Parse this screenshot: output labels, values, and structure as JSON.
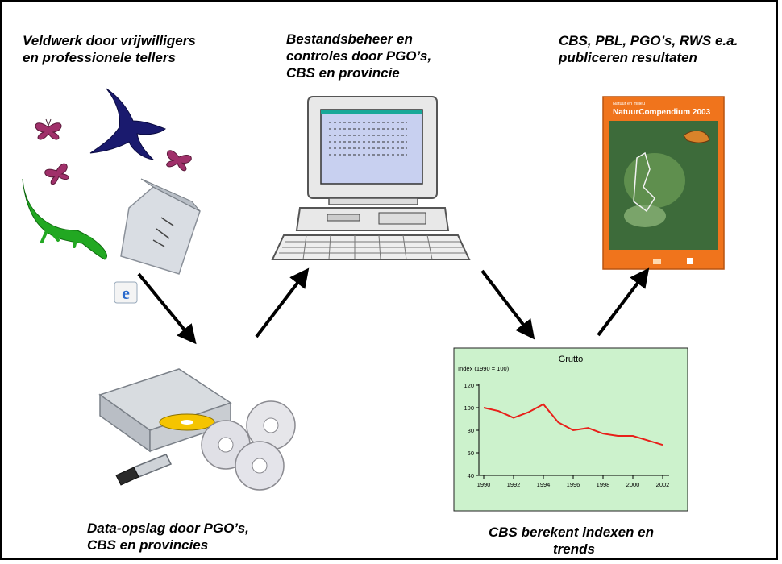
{
  "captions": {
    "fieldwork": [
      "Veldwerk door vrijwilligers",
      "en professionele tellers"
    ],
    "management": [
      "Bestandsbeheer en",
      "controles door PGO’s,",
      "CBS en provincie"
    ],
    "publish": [
      "CBS, PBL, PGO’s, RWS e.a.",
      "publiceren resultaten"
    ],
    "storage": [
      "Data-opslag door PGO’s,",
      "CBS en provincies"
    ],
    "indices": [
      "CBS berekent indexen en",
      "trends"
    ]
  },
  "book_cover": {
    "series_label": "Natuur en milieu",
    "title": "NatuurCompendium 2003"
  },
  "colors": {
    "chart_bg": "#ccf2cc",
    "chart_line": "#e8201a",
    "bird": "#1a1a6e",
    "butterfly": "#a0306a",
    "lizard": "#22a822",
    "book_orange": "#f0741c",
    "screen": "#c8d0f0"
  },
  "icons": [
    "butterfly-icon",
    "swallow-icon",
    "lizard-icon",
    "notebook-icon",
    "internet-explorer-icon",
    "computer-icon",
    "book-cover-icon",
    "disk-drive-icon",
    "usb-stick-icon",
    "cd-icon"
  ],
  "chart_data": {
    "type": "line",
    "title": "Grutto",
    "ylabel": "Index (1990 = 100)",
    "xlabel": "",
    "x": [
      1990,
      1991,
      1992,
      1993,
      1994,
      1995,
      1996,
      1997,
      1998,
      1999,
      2000,
      2001,
      2002
    ],
    "series": [
      {
        "values": [
          100,
          97,
          91,
          96,
          103,
          87,
          80,
          82,
          77,
          75,
          75,
          71,
          67
        ]
      }
    ],
    "x_ticks": [
      "1990",
      "1992",
      "1994",
      "1996",
      "1998",
      "2000",
      "2002"
    ],
    "y_ticks": [
      "40",
      "60",
      "80",
      "100",
      "120"
    ],
    "xlim": [
      1990,
      2002
    ],
    "ylim": [
      40,
      120
    ],
    "grid": false,
    "legend": "none"
  }
}
